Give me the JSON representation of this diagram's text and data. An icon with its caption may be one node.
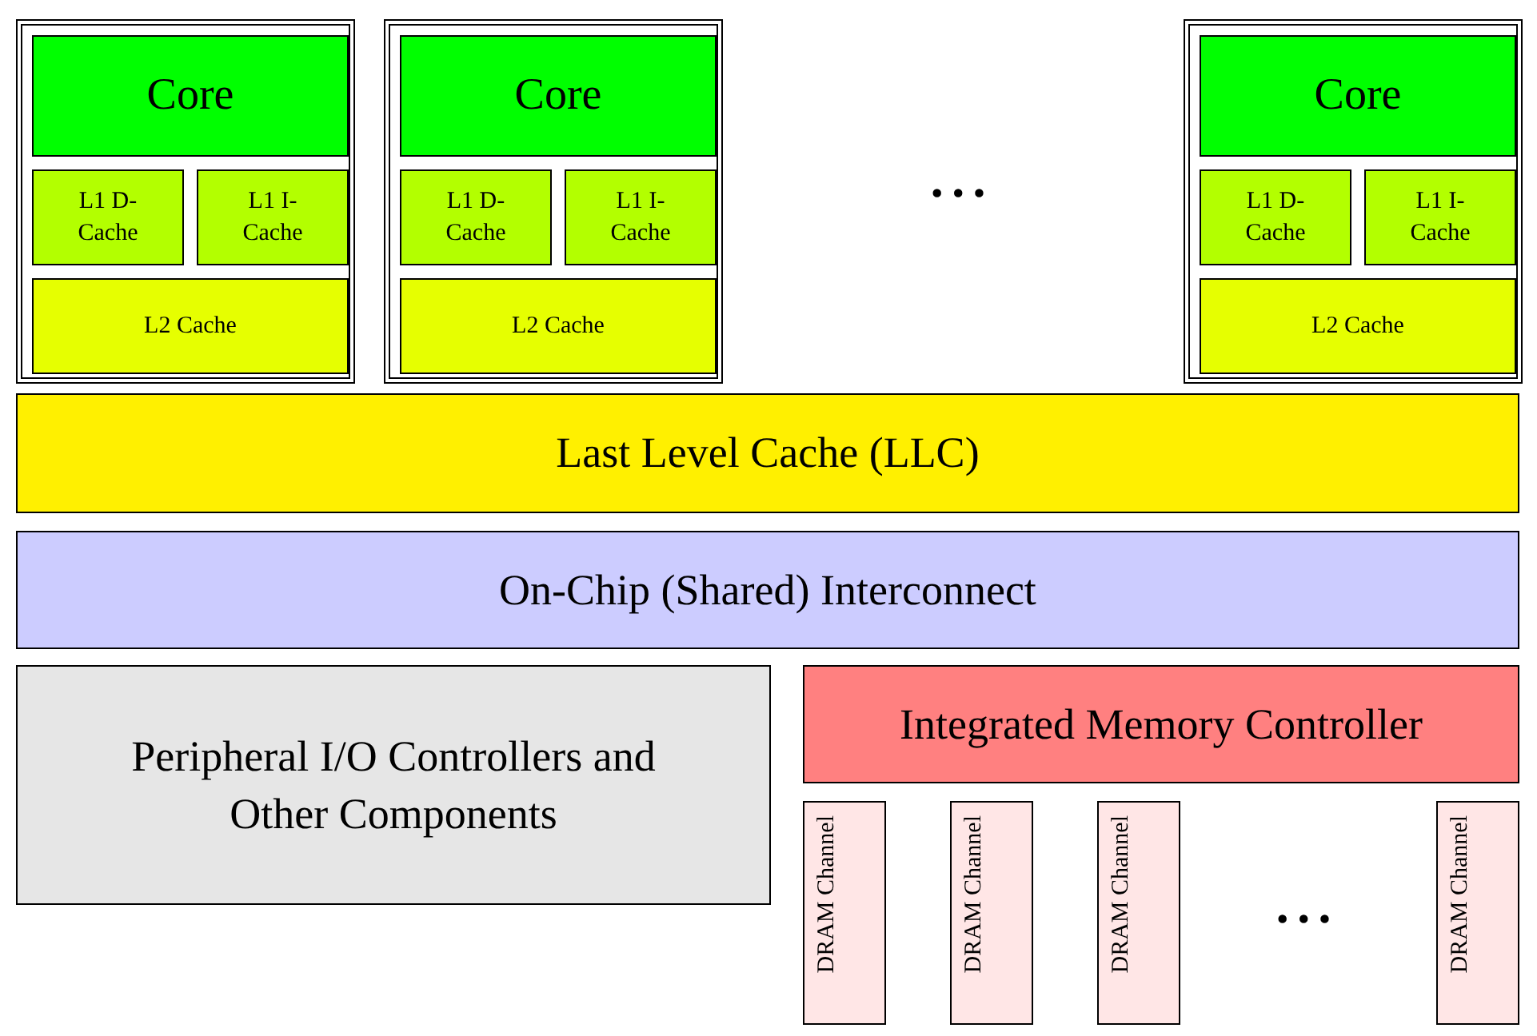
{
  "diagram": {
    "nodes": [
      {
        "text": [],
        "shape": "box"
      },
      {
        "text": [
          "Core"
        ],
        "in": 0
      },
      {
        "text": [
          "L1 D-Cache"
        ],
        "in": 0
      },
      {
        "text": [
          "L1 I-Cache"
        ],
        "in": 0
      },
      {
        "text": [
          "L2 Cache"
        ],
        "in": 0
      },
      {
        "text": [],
        "shape": "box"
      },
      {
        "text": [
          "Core"
        ],
        "in": 5
      },
      {
        "text": [
          "L1 D-Cache"
        ],
        "in": 5
      },
      {
        "text": [
          "L1 I-Cache"
        ],
        "in": 5
      },
      {
        "text": [
          "L2 Cache"
        ],
        "in": 5
      },
      {
        "text": [],
        "shape": "box"
      },
      {
        "text": [
          "Core"
        ],
        "in": 10
      },
      {
        "text": [
          "L1 D-Cache"
        ],
        "in": 10
      },
      {
        "text": [
          "L1 I-Cache"
        ],
        "in": 10
      },
      {
        "text": [
          "L2 Cache"
        ],
        "in": 10
      },
      {
        "text": [
          "Last Level Cache (LLC)"
        ]
      },
      {
        "text": [
          "On-Chip (Shared) Interconnect"
        ]
      },
      {
        "text": [
          "Peripheral I/O Controllers and Other Components"
        ]
      },
      {
        "text": [
          "Integrated Memory Controller"
        ]
      },
      {
        "text": [
          "DRAM Channel"
        ]
      },
      {
        "text": [
          "DRAM Channel"
        ]
      },
      {
        "text": [
          "DRAM Channel"
        ]
      },
      {
        "text": [
          "DRAM Channel"
        ]
      }
    ],
    "labels": [
      "• • •",
      "• • •"
    ]
  }
}
